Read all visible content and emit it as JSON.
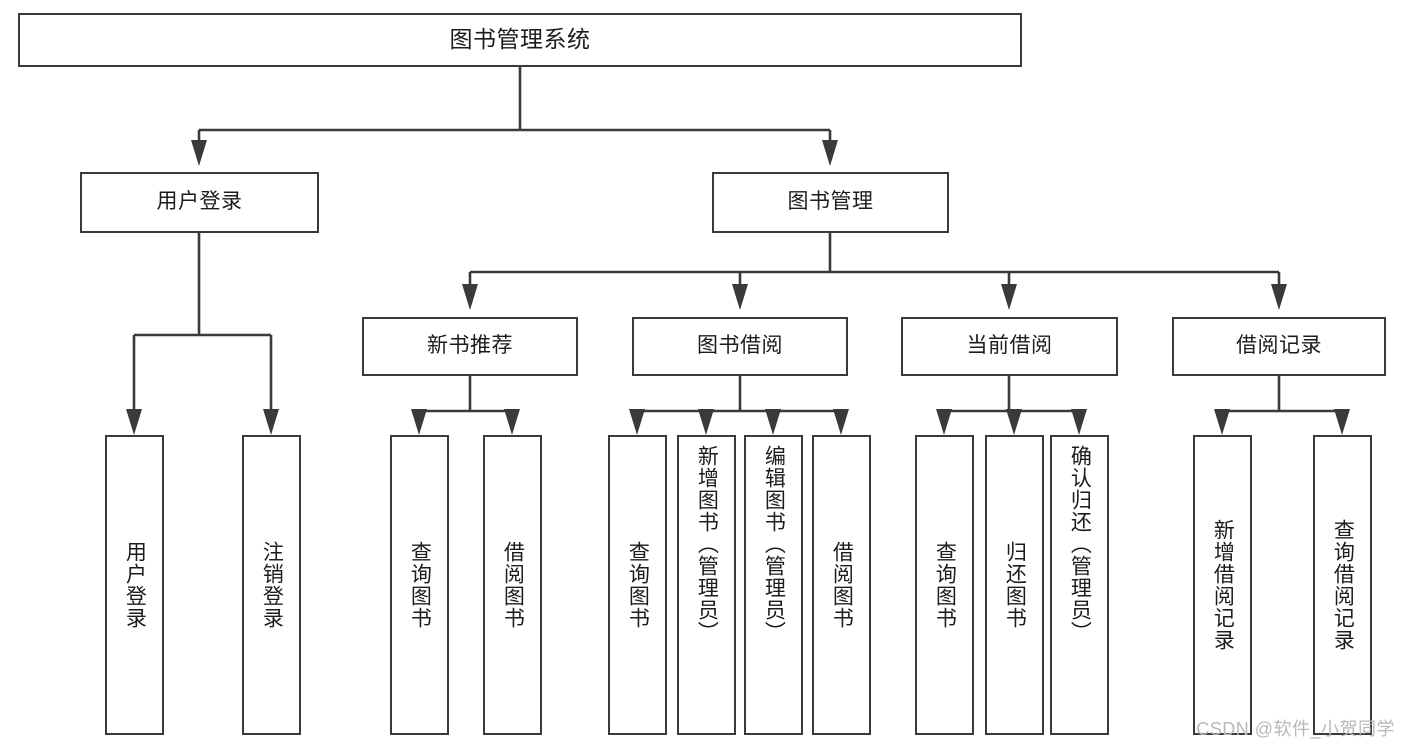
{
  "diagram": {
    "title": "图书管理系统",
    "type": "tree-hierarchy-chart",
    "root": {
      "label": "图书管理系统"
    },
    "level2": [
      {
        "label": "用户登录"
      },
      {
        "label": "图书管理"
      }
    ],
    "level3": [
      {
        "label": "新书推荐"
      },
      {
        "label": "图书借阅"
      },
      {
        "label": "当前借阅"
      },
      {
        "label": "借阅记录"
      }
    ],
    "leaves": {
      "user_login": [
        {
          "label": "用户登录"
        },
        {
          "label": "注销登录"
        }
      ],
      "new_book_recommend": [
        {
          "label": "查询图书"
        },
        {
          "label": "借阅图书"
        }
      ],
      "book_borrow": [
        {
          "label": "查询图书"
        },
        {
          "label": "新增图书（管理员）"
        },
        {
          "label": "编辑图书（管理员）"
        },
        {
          "label": "借阅图书"
        }
      ],
      "current_borrow": [
        {
          "label": "查询图书"
        },
        {
          "label": "归还图书"
        },
        {
          "label": "确认归还（管理员）"
        }
      ],
      "borrow_record": [
        {
          "label": "新增借阅记录"
        },
        {
          "label": "查询借阅记录"
        }
      ]
    }
  },
  "watermark": {
    "text": "CSDN @软件_小贺同学"
  },
  "colors": {
    "stroke": "#3a3a3a",
    "box_fill": "#ffffff",
    "text": "#1c1c1c",
    "watermark": "#b8b8b8"
  }
}
